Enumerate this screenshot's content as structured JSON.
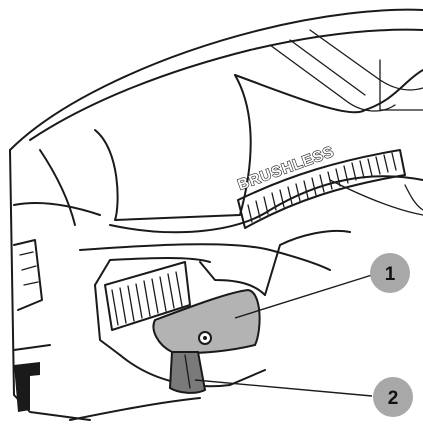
{
  "figure": {
    "brand_text": "BRUSHLESS",
    "callouts": [
      {
        "number": "1",
        "target": "lever-plate"
      },
      {
        "number": "2",
        "target": "trigger"
      }
    ],
    "colors": {
      "line": "#1a1a1a",
      "callout_fill": "#a8a8a8",
      "lever_fill": "#b3b3b3",
      "trigger_fill": "#7a7a7a",
      "background": "#ffffff"
    }
  }
}
